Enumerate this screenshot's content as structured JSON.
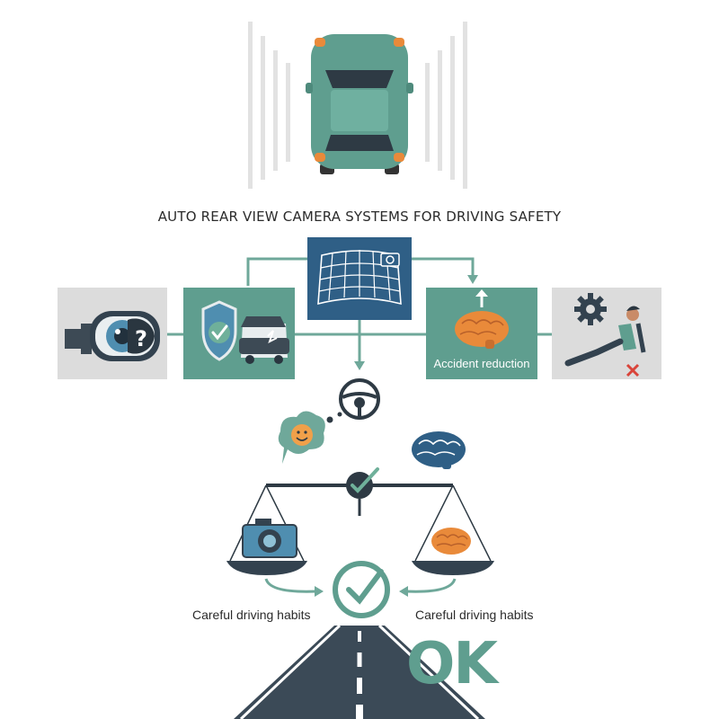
{
  "title": "AUTO REAR VIEW CAMERA SYSTEMS FOR DRIVING SAFETY",
  "boxes": {
    "accident_reduction": "Accident reduction"
  },
  "labels": {
    "left_habit": "Careful driving habits",
    "right_habit": "Careful driving habits",
    "ok": "OK"
  },
  "icons": [
    "car-topview-icon",
    "mirror-eye-question-icon",
    "shield-check-car-icon",
    "camera-grid-screen-icon",
    "brain-up-arrow-icon",
    "gear-person-seat-icon",
    "steering-wheel-icon",
    "smiley-thought-bubble-icon",
    "brain-icon",
    "balance-scale-icon",
    "camera-icon",
    "check-circle-icon",
    "road-icon"
  ],
  "colors": {
    "teal": "#5f9e8f",
    "teal_dark": "#4e8a7c",
    "navy": "#2f5f86",
    "grey_box": "#dcdcdc",
    "orange": "#e98a3a",
    "road": "#3b4a57"
  }
}
